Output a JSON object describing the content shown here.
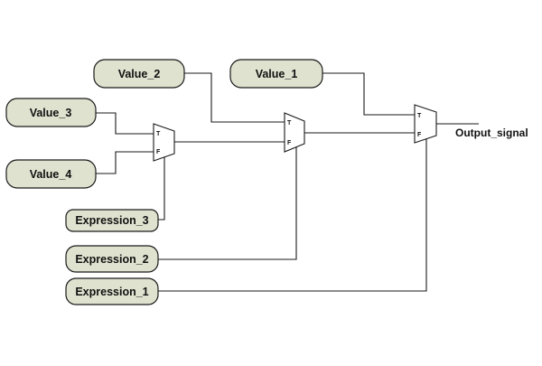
{
  "nodes": {
    "value_1": "Value_1",
    "value_2": "Value_2",
    "value_3": "Value_3",
    "value_4": "Value_4",
    "expression_1": "Expression_1",
    "expression_2": "Expression_2",
    "expression_3": "Expression_3"
  },
  "switches": {
    "true_port": "T",
    "false_port": "F"
  },
  "output": {
    "label": "Output_signal"
  },
  "colors": {
    "node_fill": "#dfe2cf",
    "line": "#1a1a1a"
  }
}
